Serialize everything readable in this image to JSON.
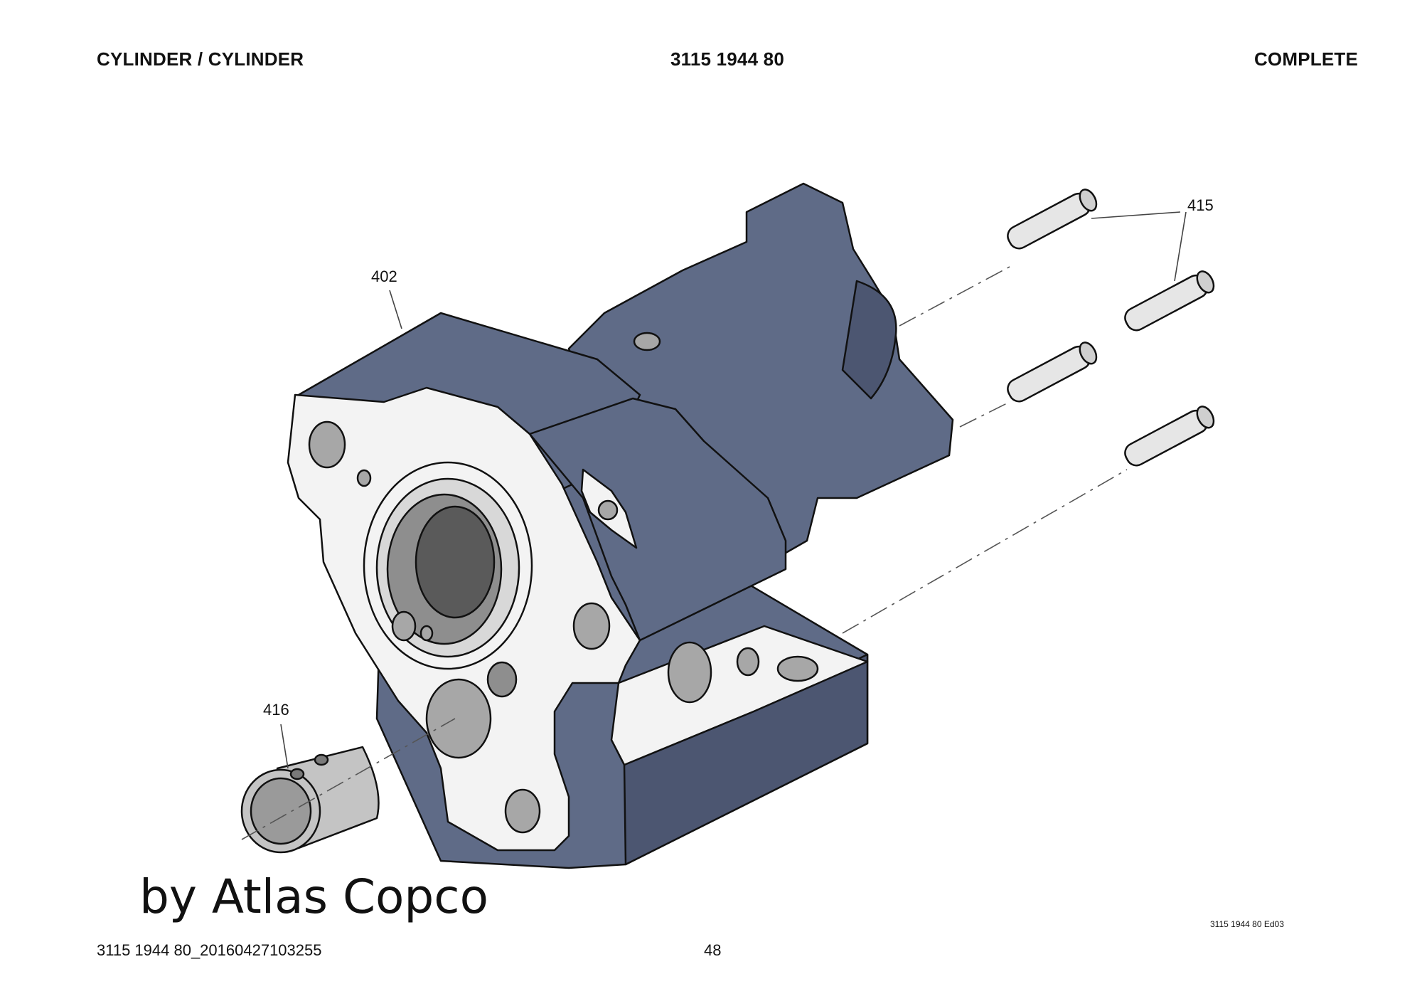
{
  "header": {
    "left": "CYLINDER / CYLINDER",
    "center": "3115 1944 80",
    "right": "COMPLETE"
  },
  "callouts": [
    "402",
    "415",
    "416"
  ],
  "watermark": "by Atlas Copco",
  "footer": {
    "document_id": "3115 1944 80_20160427103255",
    "page": "48",
    "edition": "3115 1944 80 Ed03"
  },
  "colors": {
    "body": "#5f6b87",
    "body_dark": "#4c5671",
    "flange": "#f3f3f3",
    "hole": "#a7a7a7",
    "sleeve": "#c4c4c4"
  }
}
